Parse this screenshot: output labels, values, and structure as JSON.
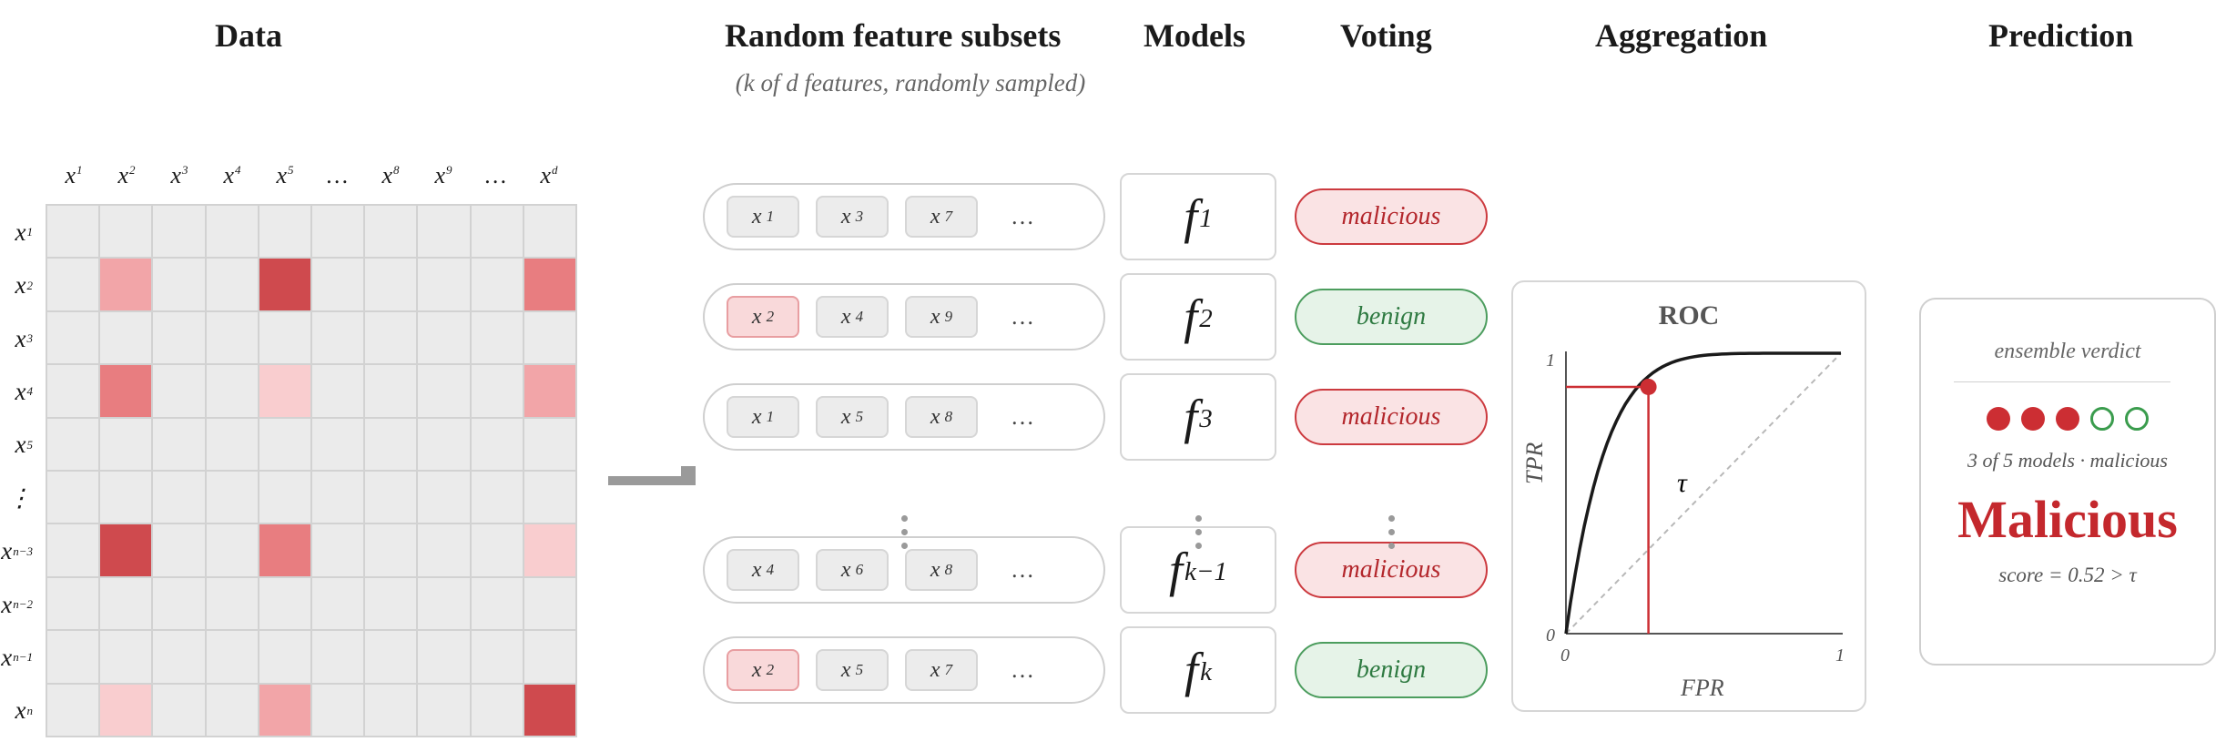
{
  "headers": {
    "data": "Data",
    "subsets": "Random feature subsets",
    "subsets_note": "(k of d features, randomly sampled)",
    "models": "Models",
    "voting": "Voting",
    "aggregation": "Aggregation",
    "prediction": "Prediction"
  },
  "data_grid": {
    "columns": [
      {
        "base": "x",
        "sup": "1"
      },
      {
        "base": "x",
        "sup": "2"
      },
      {
        "base": "x",
        "sup": "3"
      },
      {
        "base": "x",
        "sup": "4"
      },
      {
        "base": "x",
        "sup": "5"
      },
      {
        "base": "…",
        "sup": ""
      },
      {
        "base": "x",
        "sup": "8"
      },
      {
        "base": "x",
        "sup": "9"
      },
      {
        "base": "…",
        "sup": ""
      },
      {
        "base": "x",
        "sup": "d"
      }
    ],
    "rows": [
      {
        "base": "x",
        "sub": "1"
      },
      {
        "base": "x",
        "sub": "2"
      },
      {
        "base": "x",
        "sub": "3"
      },
      {
        "base": "x",
        "sub": "4"
      },
      {
        "base": "x",
        "sub": "5"
      },
      {
        "base": "⋮",
        "sub": ""
      },
      {
        "base": "x",
        "sub": "n−3"
      },
      {
        "base": "x",
        "sub": "n−2"
      },
      {
        "base": "x",
        "sub": "n−1"
      },
      {
        "base": "x",
        "sub": "n"
      }
    ],
    "intensity": [
      [
        0,
        0,
        0,
        0,
        0,
        0,
        0,
        0,
        0,
        0
      ],
      [
        0,
        2,
        0,
        0,
        4,
        0,
        0,
        0,
        0,
        3
      ],
      [
        0,
        0,
        0,
        0,
        0,
        0,
        0,
        0,
        0,
        0
      ],
      [
        0,
        3,
        0,
        0,
        1,
        0,
        0,
        0,
        0,
        2
      ],
      [
        0,
        0,
        0,
        0,
        0,
        0,
        0,
        0,
        0,
        0
      ],
      [
        0,
        0,
        0,
        0,
        0,
        0,
        0,
        0,
        0,
        0
      ],
      [
        0,
        4,
        0,
        0,
        3,
        0,
        0,
        0,
        0,
        1
      ],
      [
        0,
        0,
        0,
        0,
        0,
        0,
        0,
        0,
        0,
        0
      ],
      [
        0,
        0,
        0,
        0,
        0,
        0,
        0,
        0,
        0,
        0
      ],
      [
        0,
        1,
        0,
        0,
        2,
        0,
        0,
        0,
        0,
        4
      ]
    ],
    "intensity_colors": [
      "#ebebeb",
      "#f9cdcf",
      "#f2a5a8",
      "#e87d80",
      "#cf4a4e"
    ]
  },
  "subsets": [
    {
      "chips": [
        {
          "base": "x",
          "sub": "1",
          "highlight": false
        },
        {
          "base": "x",
          "sub": "3",
          "highlight": false
        },
        {
          "base": "x",
          "sub": "7",
          "highlight": false
        }
      ],
      "more": "…"
    },
    {
      "chips": [
        {
          "base": "x",
          "sub": "2",
          "highlight": true
        },
        {
          "base": "x",
          "sub": "4",
          "highlight": false
        },
        {
          "base": "x",
          "sub": "9",
          "highlight": false
        }
      ],
      "more": "…"
    },
    {
      "chips": [
        {
          "base": "x",
          "sub": "1",
          "highlight": false
        },
        {
          "base": "x",
          "sub": "5",
          "highlight": false
        },
        {
          "base": "x",
          "sub": "8",
          "highlight": false
        }
      ],
      "more": "…"
    },
    {
      "chips": [
        {
          "base": "x",
          "sub": "4",
          "highlight": false
        },
        {
          "base": "x",
          "sub": "6",
          "highlight": false
        },
        {
          "base": "x",
          "sub": "8",
          "highlight": false
        }
      ],
      "more": "…"
    },
    {
      "chips": [
        {
          "base": "x",
          "sub": "2",
          "highlight": true
        },
        {
          "base": "x",
          "sub": "5",
          "highlight": false
        },
        {
          "base": "x",
          "sub": "7",
          "highlight": false
        }
      ],
      "more": "…"
    }
  ],
  "models": [
    {
      "base": "f",
      "sub": "1"
    },
    {
      "base": "f",
      "sub": "2"
    },
    {
      "base": "f",
      "sub": "3"
    },
    {
      "base": "f",
      "sub": "k−1"
    },
    {
      "base": "f",
      "sub": "k"
    }
  ],
  "votes": [
    {
      "label": "malicious",
      "kind": "mal"
    },
    {
      "label": "benign",
      "kind": "ben"
    },
    {
      "label": "malicious",
      "kind": "mal"
    },
    {
      "label": "malicious",
      "kind": "mal"
    },
    {
      "label": "benign",
      "kind": "ben"
    }
  ],
  "roc": {
    "title": "ROC",
    "xlabel": "FPR",
    "ylabel": "TPR",
    "x_ticks": [
      "0",
      "1"
    ],
    "y_ticks": [
      "0",
      "1"
    ],
    "threshold_label": "τ",
    "operating_point": {
      "fpr": 0.3,
      "tpr": 0.88
    },
    "colors": {
      "curve": "#1a1a1a",
      "point": "#cc2e33",
      "diagonal": "#b8b8b8"
    }
  },
  "prediction": {
    "heading": "ensemble verdict",
    "dots": [
      true,
      true,
      true,
      false,
      false
    ],
    "count_text": "3 of 5 models · malicious",
    "verdict": "Malicious",
    "score_text": "score = 0.52 > τ",
    "colors": {
      "malicious": "#cc2e33",
      "benign": "#3a9c4d"
    }
  }
}
